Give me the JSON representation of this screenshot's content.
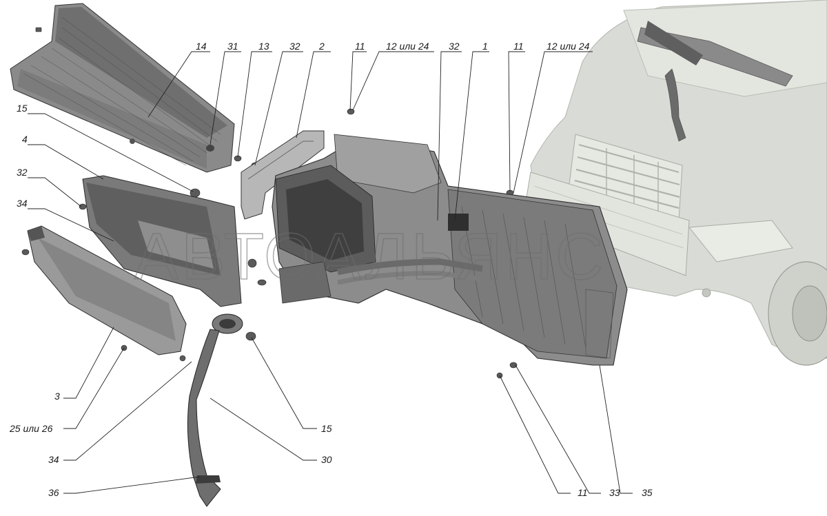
{
  "diagram": {
    "watermark": "АВТОАЛЬЯНС",
    "colors": {
      "part": "#7d7d7d",
      "part_dark": "#4f4f4f",
      "part_light": "#a9a9a9",
      "truck": "#d9dcd6",
      "truck_line": "#b9bcb4",
      "leader": "#222222"
    },
    "callouts": [
      {
        "id": "c14",
        "label": "14"
      },
      {
        "id": "c31",
        "label": "31"
      },
      {
        "id": "c13",
        "label": "13"
      },
      {
        "id": "c32a",
        "label": "32"
      },
      {
        "id": "c2",
        "label": "2"
      },
      {
        "id": "c11a",
        "label": "11"
      },
      {
        "id": "c1224a",
        "label": "12 или 24"
      },
      {
        "id": "c32b",
        "label": "32"
      },
      {
        "id": "c1",
        "label": "1"
      },
      {
        "id": "c11b",
        "label": "11"
      },
      {
        "id": "c1224b",
        "label": "12 или 24"
      },
      {
        "id": "c15a",
        "label": "15"
      },
      {
        "id": "c4",
        "label": "4"
      },
      {
        "id": "c32c",
        "label": "32"
      },
      {
        "id": "c34a",
        "label": "34"
      },
      {
        "id": "c3",
        "label": "3"
      },
      {
        "id": "c2526",
        "label": "25 или 26"
      },
      {
        "id": "c34b",
        "label": "34"
      },
      {
        "id": "c36",
        "label": "36"
      },
      {
        "id": "c15b",
        "label": "15"
      },
      {
        "id": "c30",
        "label": "30"
      },
      {
        "id": "c11c",
        "label": "11"
      },
      {
        "id": "c33",
        "label": "33"
      },
      {
        "id": "c35",
        "label": "35"
      }
    ]
  }
}
